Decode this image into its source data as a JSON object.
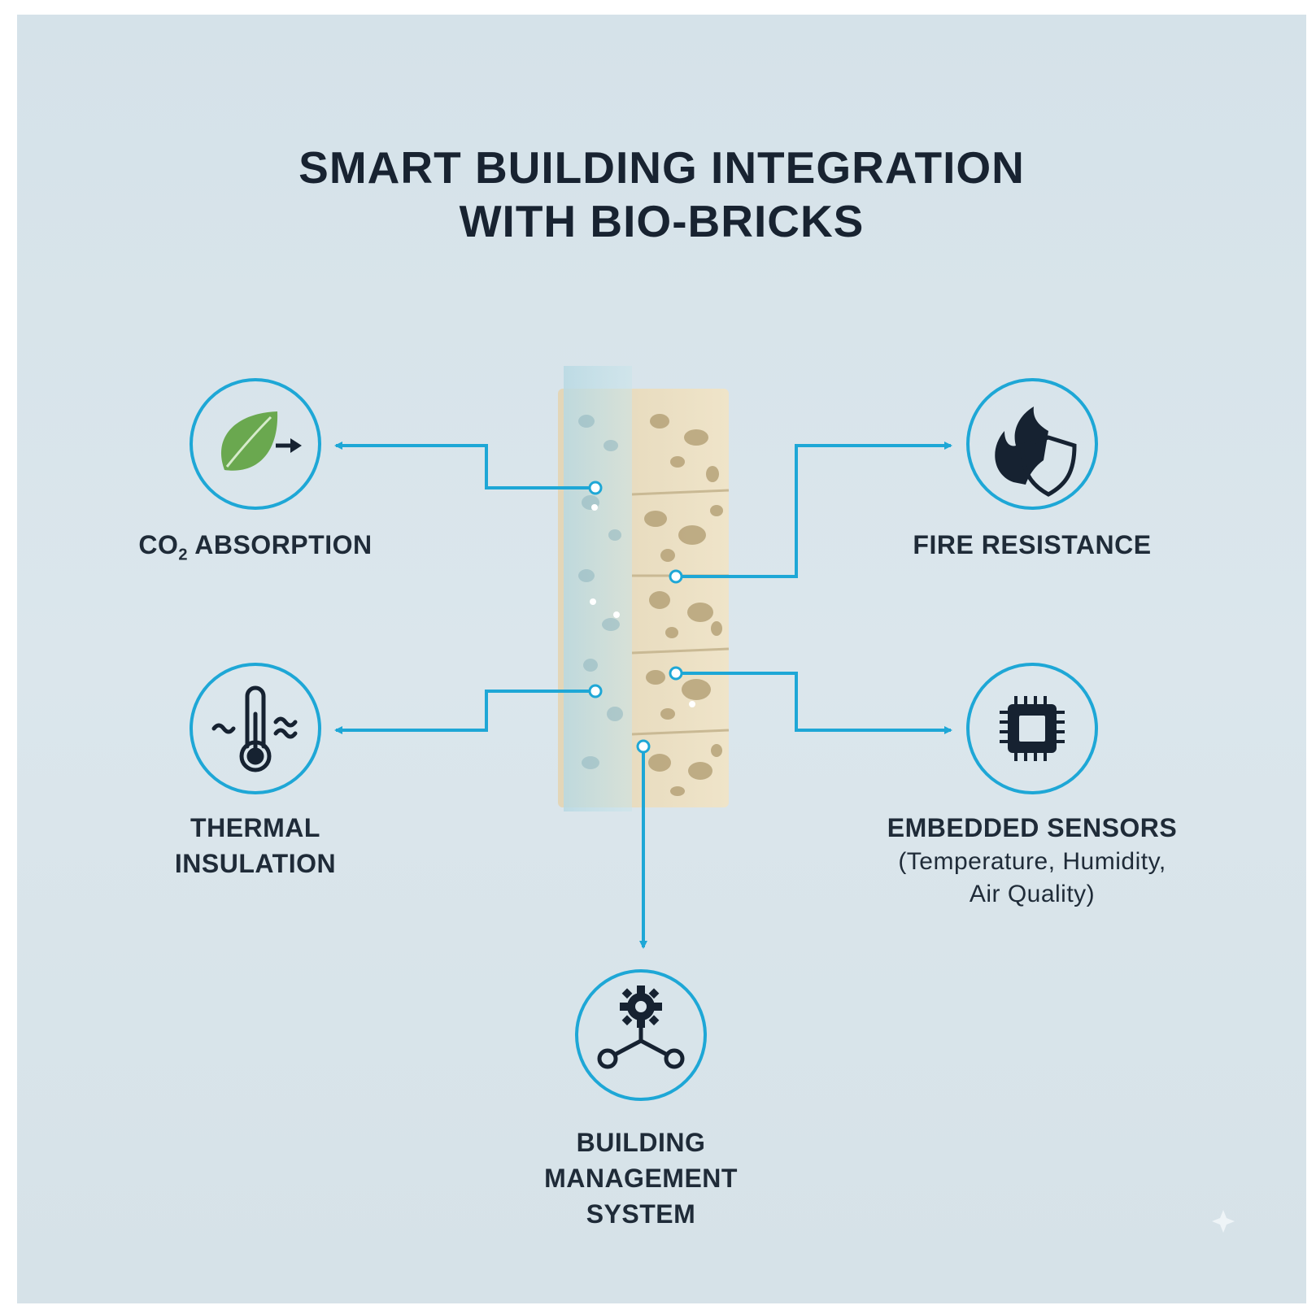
{
  "title": {
    "line1": "SMART BUILDING INTEGRATION",
    "line2": "WITH BIO-BRICKS"
  },
  "features": {
    "co2": {
      "label_main": "CO",
      "label_sub": "2",
      "label_rest": " ABSORPTION",
      "icon": "leaf-arrow-icon"
    },
    "fire": {
      "label": "FIRE RESISTANCE",
      "icon": "flame-shield-icon"
    },
    "thermal": {
      "line1": "THERMAL",
      "line2": "INSULATION",
      "icon": "thermometer-waves-icon"
    },
    "sensors": {
      "line1": "EMBEDDED SENSORS",
      "line2": "(Temperature, Humidity,",
      "line3": "Air Quality)",
      "icon": "chip-icon"
    },
    "bms": {
      "line1": "BUILDING",
      "line2": "MANAGEMENT",
      "line3": "SYSTEM",
      "icon": "gear-network-icon"
    }
  },
  "colors": {
    "accent": "#1ea7d6",
    "icon_dark": "#162231",
    "leaf": "#6aa84f",
    "brick": "#e8dcc0"
  }
}
